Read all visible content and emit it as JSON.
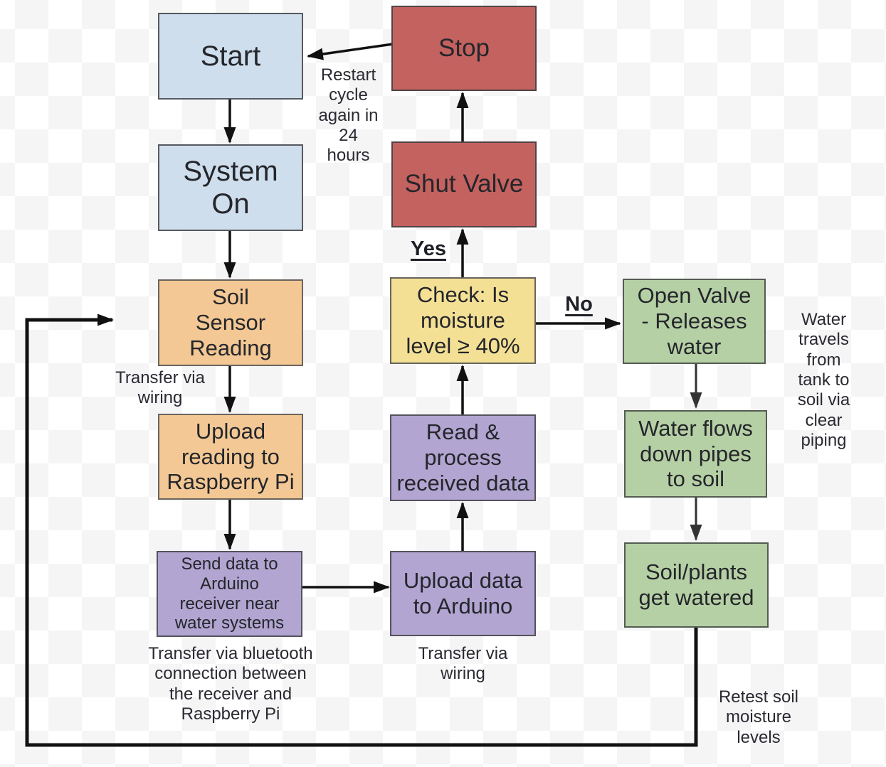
{
  "diagram": {
    "type": "flowchart",
    "subject": "Automated soil-moisture watering system cycle",
    "colors": {
      "node_blue": "#cfdeed",
      "node_red": "#c4625f",
      "node_orange": "#f3c894",
      "node_purple": "#b2a5d1",
      "node_yellow": "#f4e095",
      "node_green": "#b6d0a5",
      "node_border": "#56595e",
      "arrow": "#111111",
      "checker_light": "#ffffff",
      "checker_gray": "#f5f5f6"
    }
  },
  "nodes": [
    {
      "id": "start",
      "label": "Start",
      "color": "blue"
    },
    {
      "id": "system-on",
      "label": "System\nOn",
      "color": "blue"
    },
    {
      "id": "soil-sensor",
      "label": "Soil\nSensor\nReading",
      "color": "orange"
    },
    {
      "id": "upload-reading",
      "label": "Upload\nreading to\nRaspberry Pi",
      "color": "orange"
    },
    {
      "id": "send-data",
      "label": "Send data to\nArduino\nreceiver near\nwater systems",
      "color": "purple"
    },
    {
      "id": "stop",
      "label": "Stop",
      "color": "red"
    },
    {
      "id": "shut-valve",
      "label": "Shut Valve",
      "color": "red"
    },
    {
      "id": "check-moisture",
      "label": "Check: Is\nmoisture\nlevel ≥ 40%",
      "color": "yellow"
    },
    {
      "id": "read-process",
      "label": "Read &\nprocess\nreceived data",
      "color": "purple"
    },
    {
      "id": "upload-data",
      "label": "Upload data\nto Arduino",
      "color": "purple"
    },
    {
      "id": "open-valve",
      "label": "Open Valve\n- Releases\nwater",
      "color": "green"
    },
    {
      "id": "water-flows",
      "label": "Water flows\ndown pipes\nto soil",
      "color": "green"
    },
    {
      "id": "soil-plants",
      "label": "Soil/plants\nget watered",
      "color": "green"
    }
  ],
  "labels": {
    "restart": "Restart\ncycle\nagain in\n24\nhours",
    "yes": "Yes",
    "no": "No",
    "transfer_wiring_left": "Transfer via\nwiring",
    "transfer_wiring_mid": "Transfer via\nwiring",
    "bluetooth": "Transfer via bluetooth\nconnection between\nthe receiver and\nRaspberry Pi",
    "water_travels": "Water\ntravels\nfrom\ntank to\nsoil via\nclear\npiping",
    "retest": "Retest soil\nmoisture\nlevels"
  },
  "edges": [
    {
      "from": "Start",
      "to": "System On"
    },
    {
      "from": "System On",
      "to": "Soil Sensor Reading"
    },
    {
      "from": "Soil Sensor Reading",
      "to": "Upload reading to Raspberry Pi",
      "label": "Transfer via wiring"
    },
    {
      "from": "Upload reading to Raspberry Pi",
      "to": "Send data to Arduino receiver near water systems"
    },
    {
      "from": "Send data to Arduino receiver near water systems",
      "to": "Upload data to Arduino",
      "label": "Transfer via bluetooth connection between the receiver and Raspberry Pi"
    },
    {
      "from": "Upload data to Arduino",
      "to": "Read & process received data",
      "label": "Transfer via wiring"
    },
    {
      "from": "Read & process received data",
      "to": "Check: Is moisture level ≥ 40%"
    },
    {
      "from": "Check: Is moisture level ≥ 40%",
      "to": "Shut Valve",
      "label": "Yes"
    },
    {
      "from": "Shut Valve",
      "to": "Stop"
    },
    {
      "from": "Stop",
      "to": "Start",
      "label": "Restart cycle again in 24 hours"
    },
    {
      "from": "Check: Is moisture level ≥ 40%",
      "to": "Open Valve - Releases water",
      "label": "No"
    },
    {
      "from": "Open Valve - Releases water",
      "to": "Water flows down pipes to soil",
      "label": "Water travels from tank to soil via clear piping"
    },
    {
      "from": "Water flows down pipes to soil",
      "to": "Soil/plants get watered"
    },
    {
      "from": "Soil/plants get watered",
      "to": "Soil Sensor Reading",
      "label": "Retest soil moisture levels"
    }
  ]
}
